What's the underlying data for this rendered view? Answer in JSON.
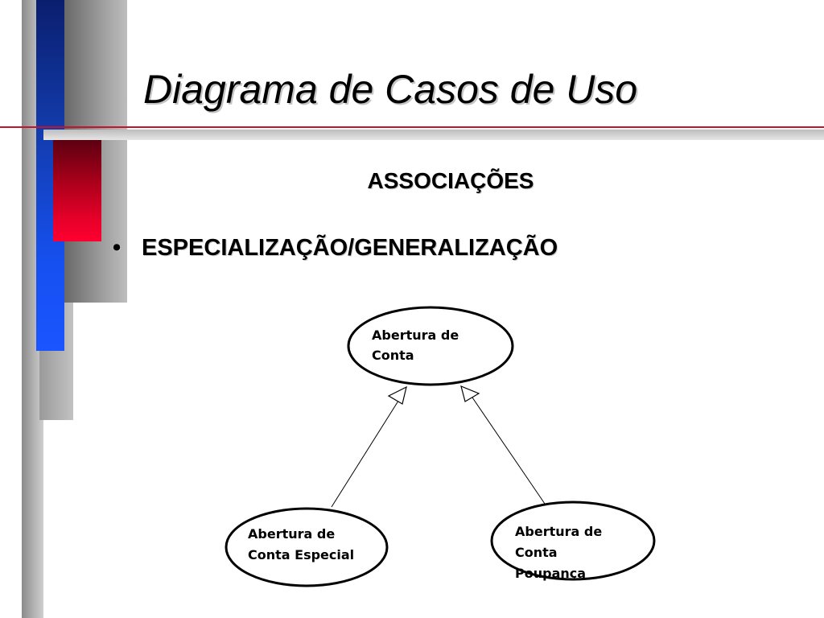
{
  "slide": {
    "title": "Diagrama de Casos de Uso",
    "subheading": "ASSOCIAÇÕES",
    "bullet": {
      "marker": "•",
      "text": "ESPECIALIZAÇÃO/GENERALIZAÇÃO"
    }
  },
  "diagram": {
    "use_cases": [
      {
        "id": "parent",
        "lines": [
          "Abertura de",
          "Conta"
        ]
      },
      {
        "id": "especial",
        "lines": [
          "Abertura de",
          "Conta Especial"
        ]
      },
      {
        "id": "poupanca",
        "lines": [
          "Abertura de",
          "Conta",
          "Poupança"
        ]
      }
    ],
    "relations": [
      {
        "type": "generalization",
        "from": "especial",
        "to": "parent"
      },
      {
        "type": "generalization",
        "from": "poupanca",
        "to": "parent"
      }
    ]
  },
  "colors": {
    "accent_blue": "#1a55ff",
    "accent_red": "#e8002a",
    "rule_red": "#c0152c"
  }
}
